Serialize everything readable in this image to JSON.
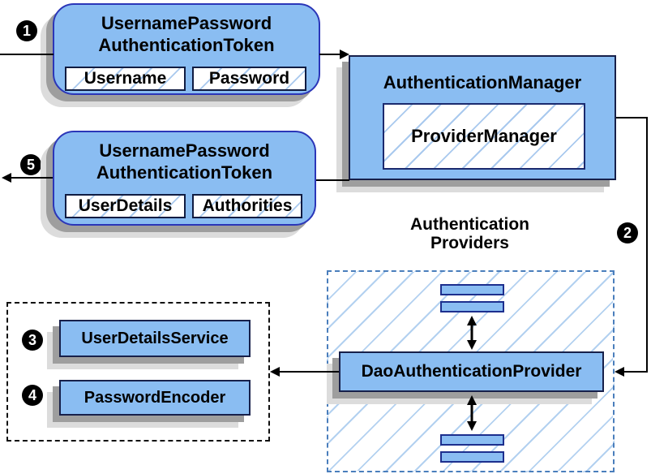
{
  "badges": {
    "step1": "1",
    "step2": "2",
    "step3": "3",
    "step4": "4",
    "step5": "5"
  },
  "nodes": {
    "request_token": {
      "title_line1": "UsernamePassword",
      "title_line2": "AuthenticationToken",
      "field1": "Username",
      "field2": "Password"
    },
    "authentication_manager": {
      "title": "AuthenticationManager",
      "inner_label": "ProviderManager"
    },
    "result_token": {
      "title_line1": "UsernamePassword",
      "title_line2": "AuthenticationToken",
      "field1": "UserDetails",
      "field2": "Authorities"
    },
    "providers_group": {
      "label_line1": "Authentication",
      "label_line2": "Providers"
    },
    "dao_provider": {
      "label": "DaoAuthenticationProvider"
    },
    "user_details_service": {
      "label": "UserDetailsService"
    },
    "password_encoder": {
      "label": "PasswordEncoder"
    }
  },
  "colors": {
    "node_fill": "#8abdf2",
    "rounded_node_border": "#2b36b8",
    "rect_node_border": "#17204a",
    "hatch_line": "#a9c9ee",
    "providers_dashed_border": "#4a7ebc",
    "beans_dashed_border": "#111111",
    "shadow_dark": "#9e9e9e",
    "shadow_light": "#dcdcdc",
    "connector": "#000000",
    "badge_background": "#000000",
    "badge_text": "#ffffff"
  }
}
